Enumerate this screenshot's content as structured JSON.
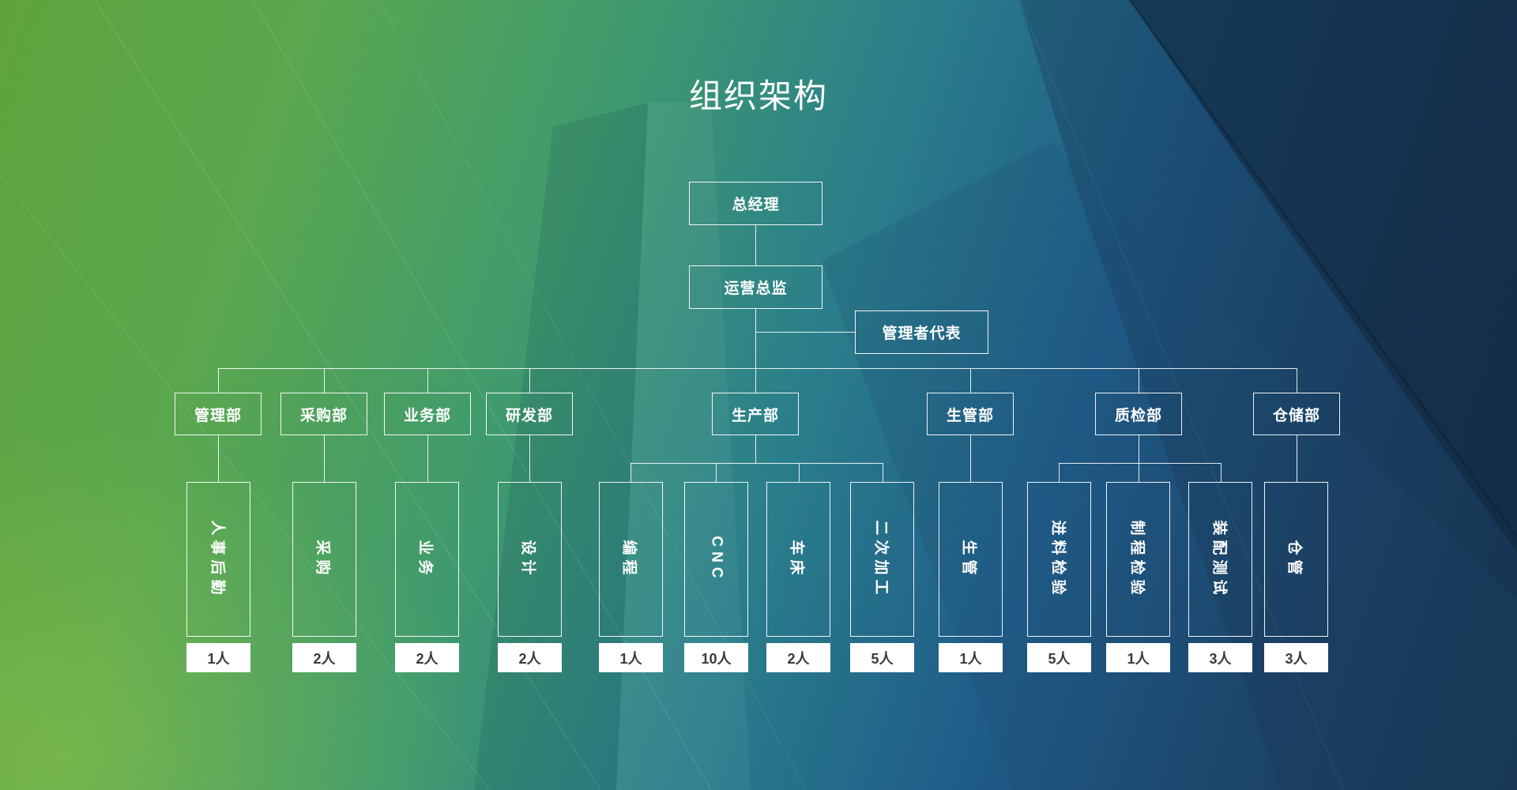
{
  "title": "组织架构",
  "chart": {
    "root": {
      "label": "总经理"
    },
    "director": {
      "label": "运营总监"
    },
    "representative": {
      "label": "管理者代表"
    },
    "departments": [
      {
        "label": "管理部"
      },
      {
        "label": "采购部"
      },
      {
        "label": "业务部"
      },
      {
        "label": "研发部"
      },
      {
        "label": "生产部"
      },
      {
        "label": "生管部"
      },
      {
        "label": "质检部"
      },
      {
        "label": "仓储部"
      }
    ],
    "positions": [
      {
        "label": "人事后勤",
        "count": "1人"
      },
      {
        "label": "采购",
        "count": "2人"
      },
      {
        "label": "业务",
        "count": "2人"
      },
      {
        "label": "设计",
        "count": "2人"
      },
      {
        "label": "编程",
        "count": "1人"
      },
      {
        "label": "CNC",
        "count": "10人"
      },
      {
        "label": "车床",
        "count": "2人"
      },
      {
        "label": "二次加工",
        "count": "5人"
      },
      {
        "label": "生管",
        "count": "1人"
      },
      {
        "label": "进料检验",
        "count": "5人"
      },
      {
        "label": "制程检验",
        "count": "1人"
      },
      {
        "label": "装配测试",
        "count": "3人"
      },
      {
        "label": "仓管",
        "count": "3人"
      }
    ]
  },
  "colors": {
    "accent_green": "#5fa33c",
    "accent_blue": "#17344f",
    "box_border": "#ffffff",
    "count_text": "#3a3a3a"
  }
}
